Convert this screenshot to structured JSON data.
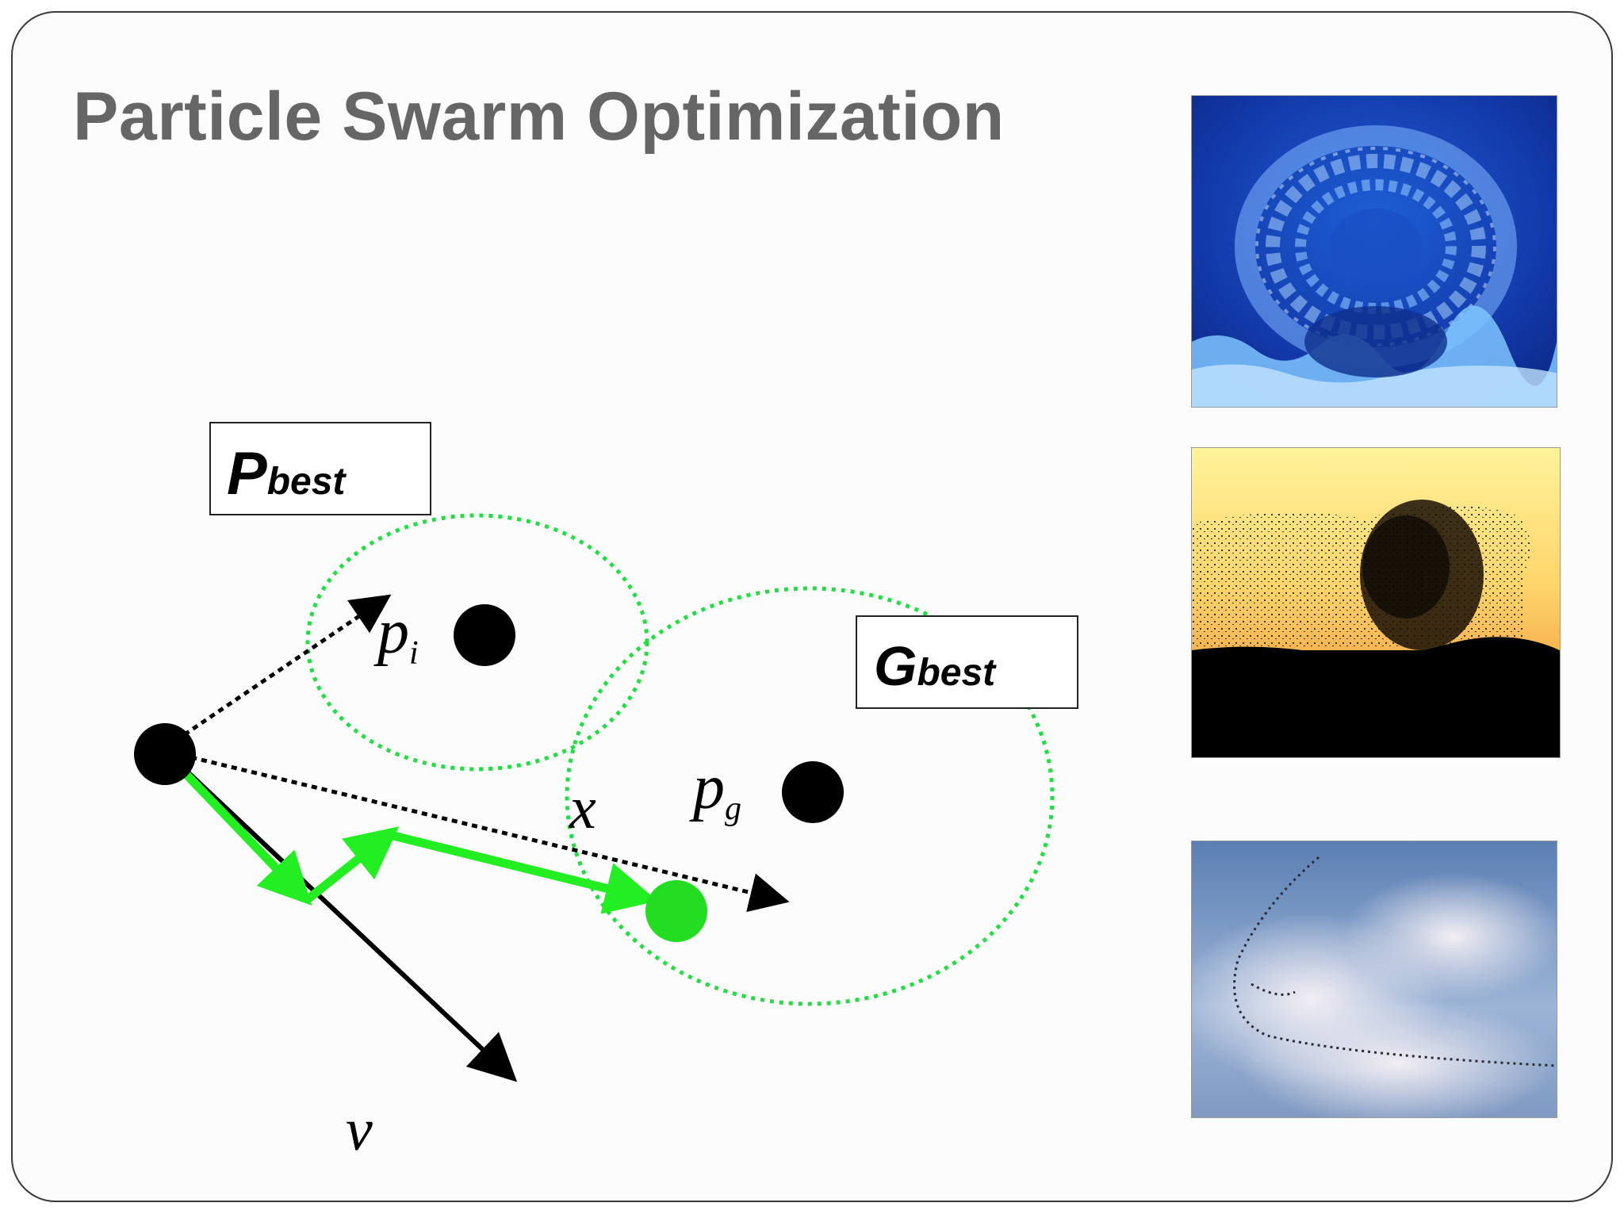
{
  "slide": {
    "title": "Particle Swarm Optimization"
  },
  "diagram": {
    "pbest_label": "P",
    "pbest_sub": "best",
    "gbest_label": "G",
    "gbest_sub": "best",
    "pi_label": "p",
    "pi_sub": "i",
    "pg_label": "p",
    "pg_sub": "g",
    "x_label": "x",
    "v_label": "v"
  },
  "colors": {
    "title": "#666666",
    "dotted_circle": "#22dd44",
    "path_green": "#22ee22",
    "new_position": "#22dd22",
    "particle": "#000000"
  },
  "photos": [
    {
      "subject": "fish-school-swirl"
    },
    {
      "subject": "starling-murmuration-sunset"
    },
    {
      "subject": "geese-flock-sky"
    }
  ]
}
